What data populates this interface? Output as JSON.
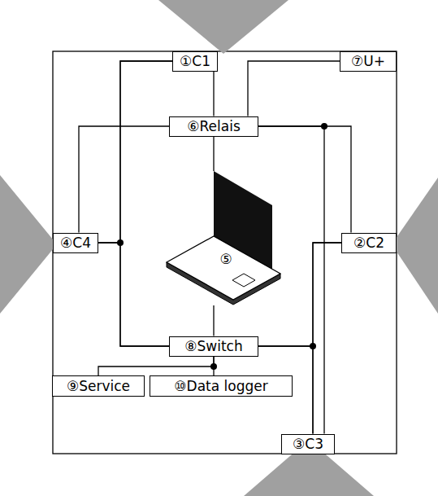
{
  "diagram": {
    "nodes": [
      {
        "text": [
          "①C1"
        ]
      },
      {
        "text": [
          "⑦U+"
        ]
      },
      {
        "text": [
          "⑥Relais"
        ]
      },
      {
        "text": [
          "④C4"
        ]
      },
      {
        "text": [
          "⑤"
        ]
      },
      {
        "text": [
          "②C2"
        ]
      },
      {
        "text": [
          "⑧Switch"
        ]
      },
      {
        "text": [
          "⑨Service"
        ]
      },
      {
        "text": [
          "⑩Data logger"
        ]
      },
      {
        "text": [
          "③C3"
        ]
      }
    ],
    "edges": [
      {
        "from": 0,
        "to": 2,
        "arrow": "none"
      },
      {
        "from": 1,
        "to": 2,
        "arrow": "none"
      },
      {
        "from": 2,
        "to": 3,
        "arrow": "none"
      },
      {
        "from": 2,
        "to": 5,
        "arrow": "none"
      },
      {
        "from": 2,
        "to": 9,
        "arrow": "none"
      },
      {
        "from": 0,
        "to": 3,
        "arrow": "none"
      },
      {
        "from": 0,
        "to": 6,
        "arrow": "none"
      },
      {
        "from": 3,
        "to": 6,
        "arrow": "none"
      },
      {
        "from": 2,
        "to": 4,
        "arrow": "none"
      },
      {
        "from": 4,
        "to": 6,
        "arrow": "none"
      },
      {
        "from": 5,
        "to": 9,
        "arrow": "none"
      },
      {
        "from": 5,
        "to": 6,
        "arrow": "none"
      },
      {
        "from": 6,
        "to": 9,
        "arrow": "none"
      },
      {
        "from": 6,
        "to": 7,
        "arrow": "none"
      },
      {
        "from": 6,
        "to": 8,
        "arrow": "none"
      }
    ]
  }
}
